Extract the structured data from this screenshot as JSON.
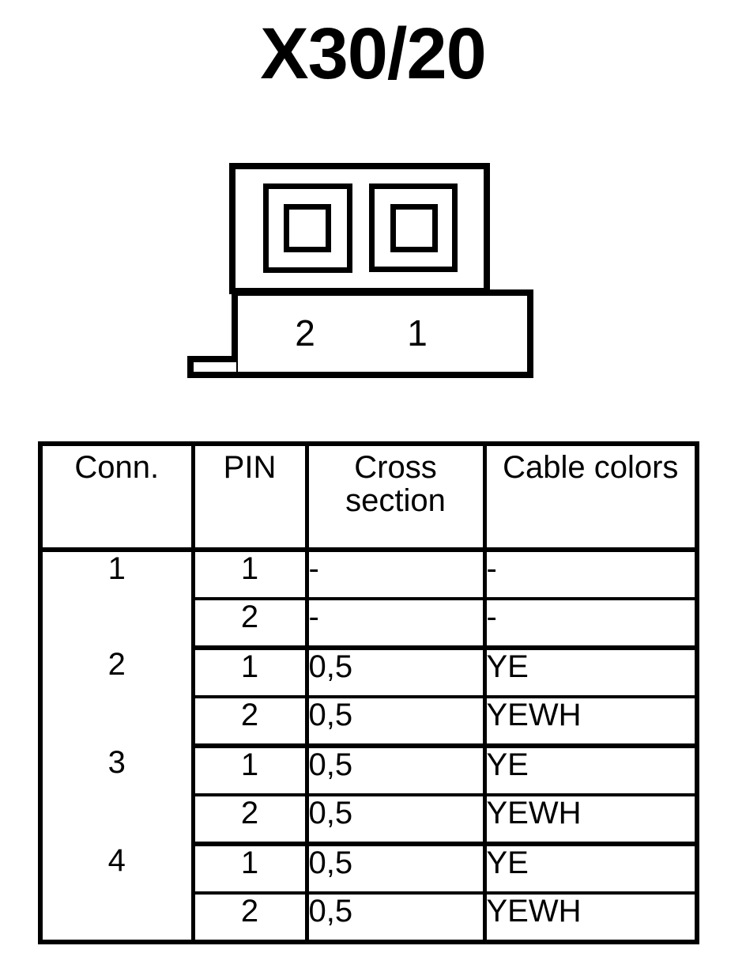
{
  "title": "X30/20",
  "connector": {
    "name": "connector-pin-diagram",
    "pin_labels": [
      "2",
      "1"
    ],
    "cavity_count": 2
  },
  "table": {
    "headers": {
      "conn": "Conn.",
      "pin": "PIN",
      "cross_section": "Cross section",
      "cable_colors": "Cable colors"
    },
    "groups": [
      {
        "conn": "1",
        "rows": [
          {
            "pin": "1",
            "cross_section": "-",
            "cable_colors": "-"
          },
          {
            "pin": "2",
            "cross_section": "-",
            "cable_colors": "-"
          }
        ]
      },
      {
        "conn": "2",
        "rows": [
          {
            "pin": "1",
            "cross_section": "0,5",
            "cable_colors": "YE"
          },
          {
            "pin": "2",
            "cross_section": "0,5",
            "cable_colors": "YEWH"
          }
        ]
      },
      {
        "conn": "3",
        "rows": [
          {
            "pin": "1",
            "cross_section": "0,5",
            "cable_colors": "YE"
          },
          {
            "pin": "2",
            "cross_section": "0,5",
            "cable_colors": "YEWH"
          }
        ]
      },
      {
        "conn": "4",
        "rows": [
          {
            "pin": "1",
            "cross_section": "0,5",
            "cable_colors": "YE"
          },
          {
            "pin": "2",
            "cross_section": "0,5",
            "cable_colors": "YEWH"
          }
        ]
      }
    ]
  }
}
